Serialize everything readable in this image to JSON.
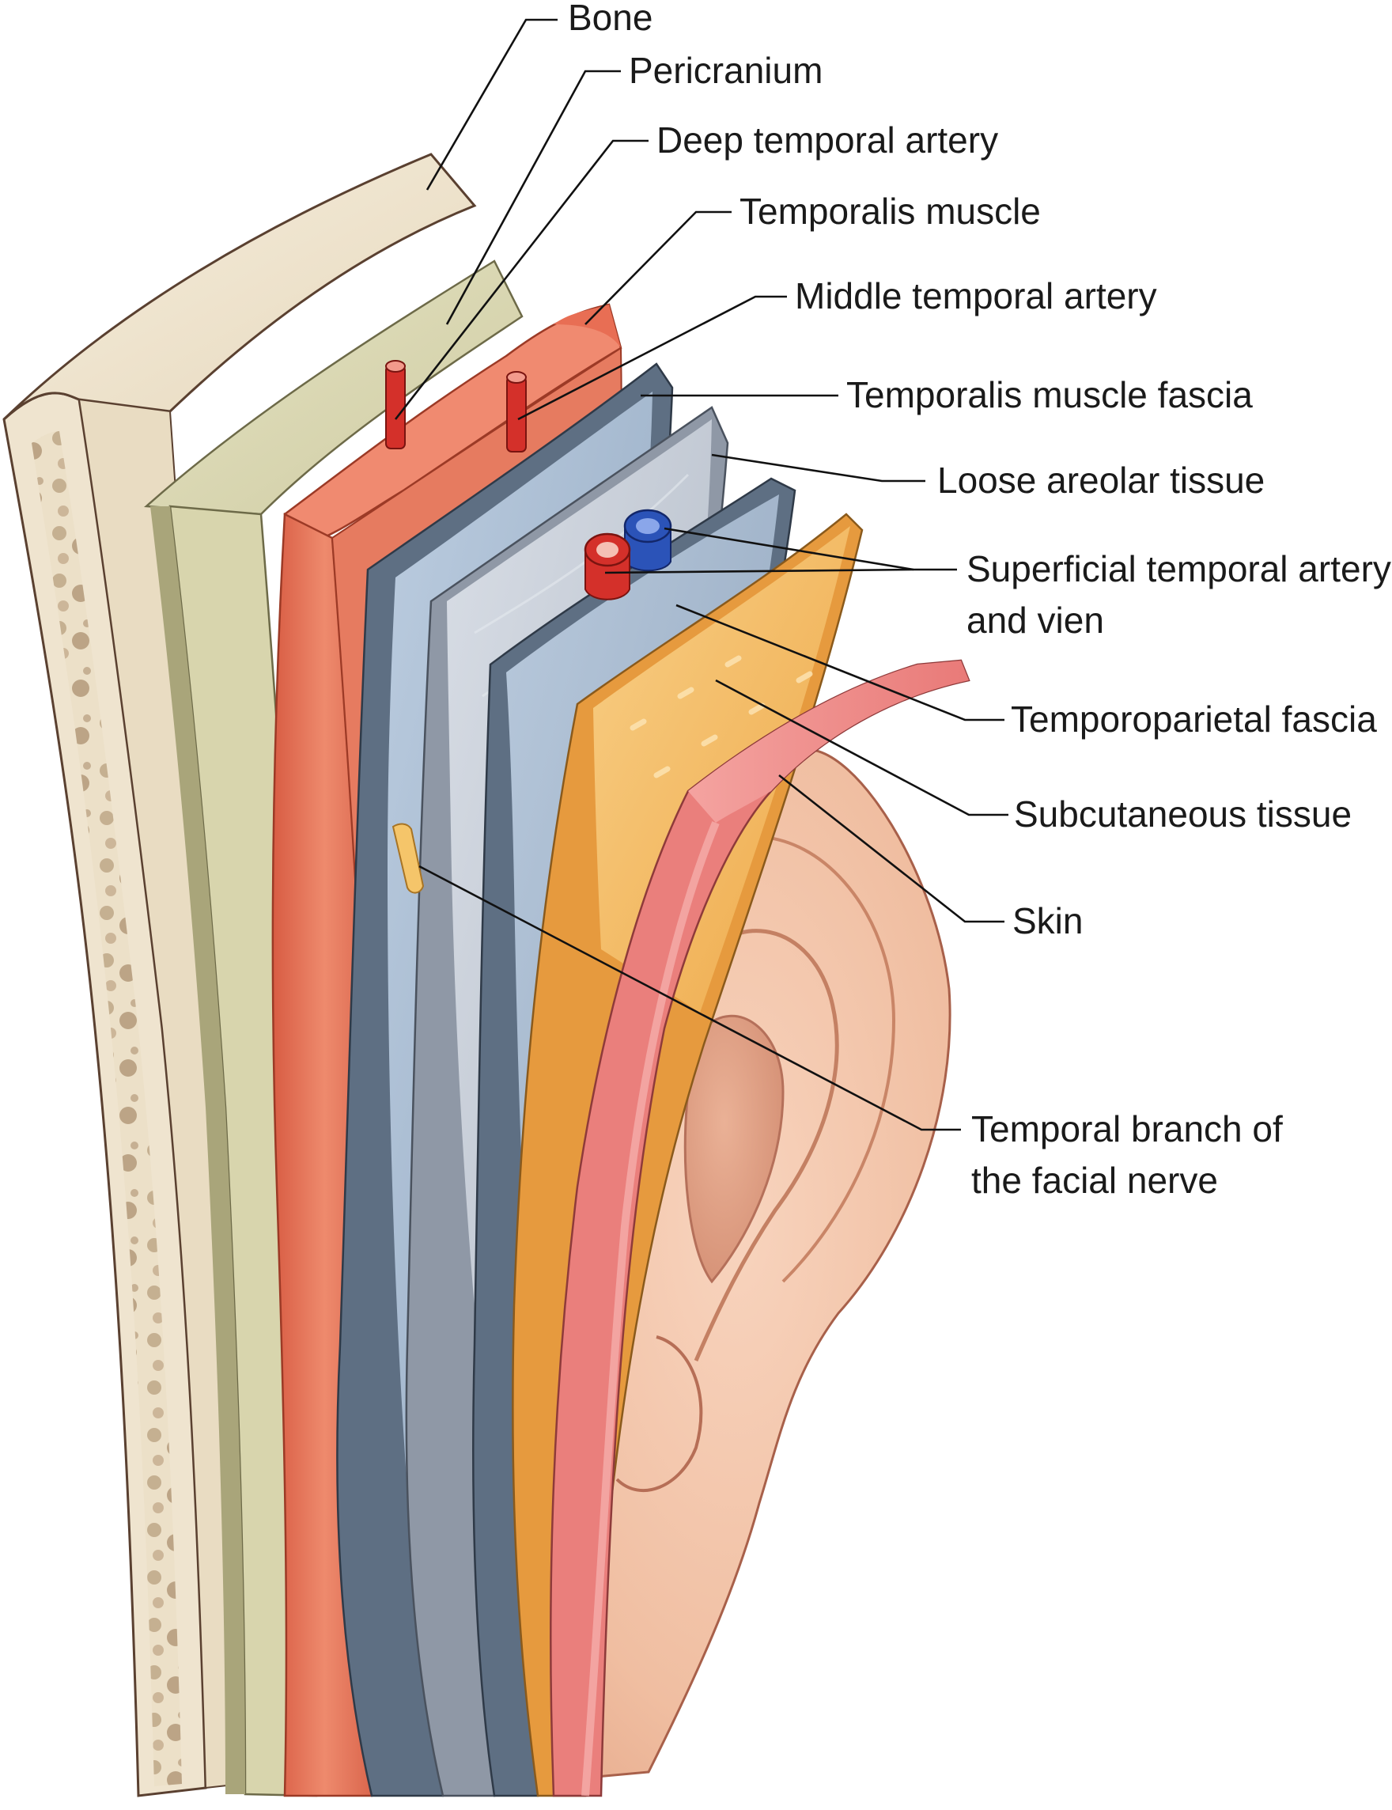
{
  "labels": {
    "bone": "Bone",
    "pericranium": "Pericranium",
    "deep_temporal_artery": "Deep temporal artery",
    "temporalis_muscle": "Temporalis muscle",
    "middle_temporal_artery": "Middle temporal artery",
    "temporalis_muscle_fascia": "Temporalis muscle fascia",
    "loose_areolar_tissue": "Loose areolar tissue",
    "superficial_temporal_line1": "Superficial temporal artery",
    "superficial_temporal_line2": "and vien",
    "temporoparietal_fascia": "Temporoparietal fascia",
    "subcutaneous_tissue": "Subcutaneous tissue",
    "skin": "Skin",
    "facial_nerve_line1": "Temporal branch of",
    "facial_nerve_line2": "the facial nerve"
  },
  "colors": {
    "bone": "#efe3cf",
    "bone_marrow": "#b59a7a",
    "pericranium": "#d9d7b0",
    "muscle": "#e46f55",
    "muscle_fascia": "#5f7084",
    "fascia_face": "#a9bdd2",
    "areolar": "#c5ccd6",
    "subcutaneous": "#f2b35c",
    "skin": "#ee8a86",
    "ear": "#f2c2a6",
    "artery": "#d4302a",
    "vein": "#2b53b8",
    "nerve": "#f5c56a"
  }
}
